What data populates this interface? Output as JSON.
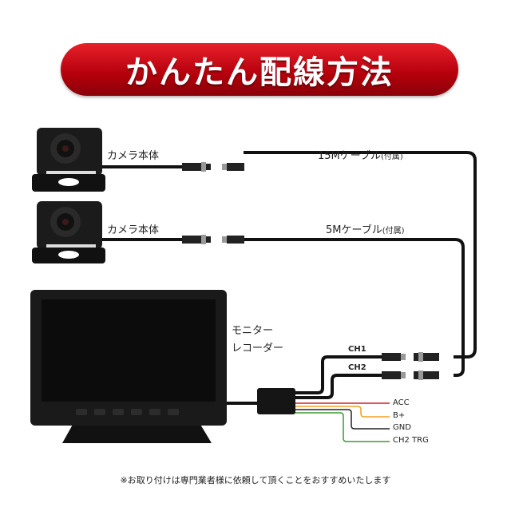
{
  "title": "かんたん配線方法",
  "camera_label_1": "カメラ本体",
  "camera_label_2": "カメラ本体",
  "cable_15m": "15Mケーブル",
  "cable_15m_note": "(付属)",
  "cable_5m": "5Mケーブル",
  "cable_5m_note": "(付属)",
  "monitor_label_line1": "モニター",
  "monitor_label_line2": "レコーダー",
  "ch1": "CH1",
  "ch2": "CH2",
  "wires": [
    {
      "label": "ACC",
      "color": "#d0202a"
    },
    {
      "label": "B+",
      "color": "#f0a020"
    },
    {
      "label": "GND",
      "color": "#222222"
    },
    {
      "label": "CH2 TRG",
      "color": "#3a9a30"
    }
  ],
  "footnote": "※お取り付けは専門業者様に依頼して頂くことをおすすめいたします"
}
